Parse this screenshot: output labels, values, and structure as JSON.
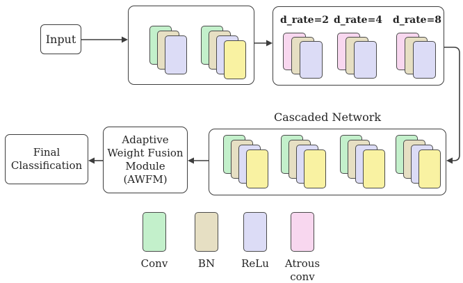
{
  "colors": {
    "green": "#c3f0cb",
    "tan": "#e6dfc3",
    "lavender": "#dcdcf6",
    "yellow": "#f9f2a2",
    "pink": "#f8d7ef",
    "stroke": "#3d3d3d"
  },
  "nodes": {
    "input": {
      "label": "Input"
    },
    "awfm": {
      "lines": [
        "Adaptive",
        "Weight Fusion",
        "Module",
        "(AWFM)"
      ]
    },
    "final": {
      "lines": [
        "Final",
        "Classification"
      ]
    },
    "cascaded": {
      "title": "Cascaded Network"
    }
  },
  "feature_block": {
    "stacks": [
      [
        "green",
        "tan",
        "lavender"
      ],
      [
        "green",
        "tan",
        "lavender",
        "yellow"
      ]
    ]
  },
  "drate_block": {
    "groups": [
      {
        "label": "d_rate=2",
        "cards": [
          "pink",
          "tan",
          "lavender"
        ]
      },
      {
        "label": "d_rate=4",
        "cards": [
          "pink",
          "tan",
          "lavender"
        ]
      },
      {
        "label": "d_rate=8",
        "cards": [
          "pink",
          "tan",
          "lavender"
        ]
      }
    ]
  },
  "cascaded_block": {
    "groups": [
      [
        "green",
        "tan",
        "lavender",
        "yellow"
      ],
      [
        "green",
        "tan",
        "lavender",
        "yellow"
      ],
      [
        "green",
        "tan",
        "lavender",
        "yellow"
      ],
      [
        "green",
        "tan",
        "lavender",
        "yellow"
      ]
    ]
  },
  "legend": {
    "items": [
      {
        "label": "Conv",
        "color": "green"
      },
      {
        "label": "BN",
        "color": "tan"
      },
      {
        "label": "ReLu",
        "color": "lavender"
      },
      {
        "label": "Atrous conv",
        "color": "pink"
      }
    ]
  }
}
